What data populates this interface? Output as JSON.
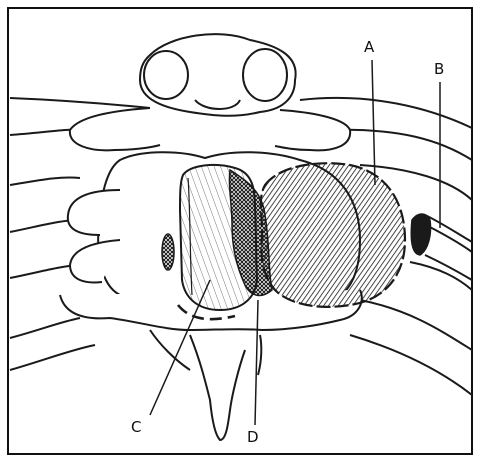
{
  "figure": {
    "labels": {
      "a": "A",
      "b": "B",
      "c": "C",
      "d": "D"
    },
    "colors": {
      "ink": "#1a1a1a",
      "paper": "#ffffff",
      "frame": "#111111",
      "shade": "#2b2b2b"
    }
  }
}
